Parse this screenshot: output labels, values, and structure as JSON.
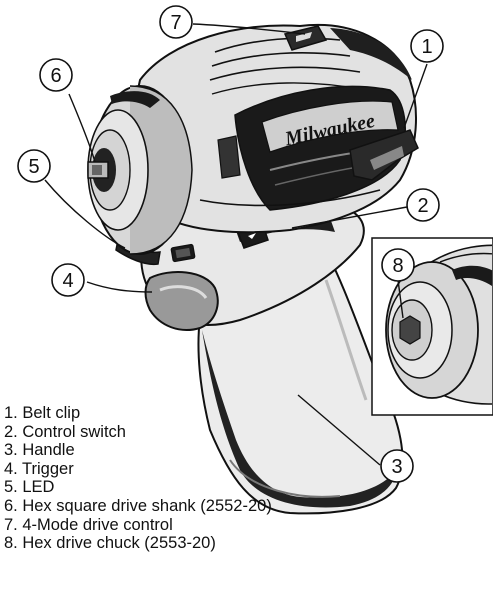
{
  "diagram": {
    "brand_logo": "Milwaukee",
    "callouts": [
      "1",
      "2",
      "3",
      "4",
      "5",
      "6",
      "7",
      "8"
    ]
  },
  "legend": {
    "items": [
      "1. Belt clip",
      "2. Control switch",
      "3. Handle",
      "4. Trigger",
      "5. LED",
      "6. Hex square drive shank (2552-20)",
      "7. 4-Mode drive control",
      "8. Hex drive chuck (2553-20)"
    ]
  },
  "colors": {
    "line": "#111111",
    "light_gray": "#f0f0f0",
    "mid_gray": "#a8a8a8",
    "dark_gray": "#555555",
    "near_black": "#1a1a1a"
  }
}
